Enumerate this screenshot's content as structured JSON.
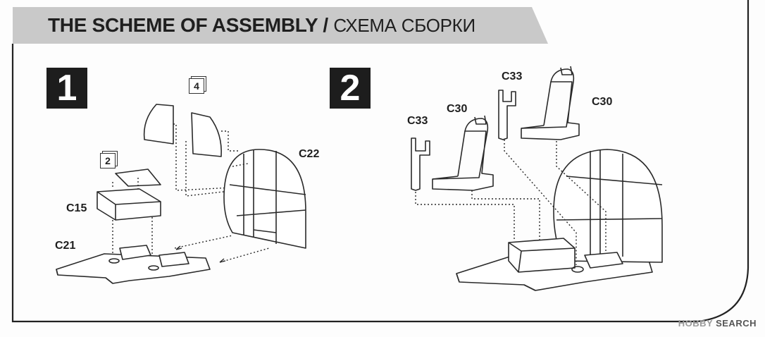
{
  "header": {
    "title_en": "THE SCHEME OF ASSEMBLY /",
    "title_ru": "СХЕМА СБОРКИ"
  },
  "steps": [
    {
      "number": "1",
      "callouts": [
        "4",
        "2"
      ],
      "labels": {
        "c15": "C15",
        "c21": "C21",
        "c22": "C22"
      }
    },
    {
      "number": "2",
      "labels": {
        "c33_left": "C33",
        "c30_left": "C30",
        "c33_right": "C33",
        "c30_right": "C30"
      }
    }
  ],
  "watermark": {
    "logo": "HOBBY",
    "text": "SEARCH"
  },
  "colors": {
    "line": "#2a2a2a",
    "header_band": "#c9c9c9",
    "step_box": "#1d1d1d"
  }
}
